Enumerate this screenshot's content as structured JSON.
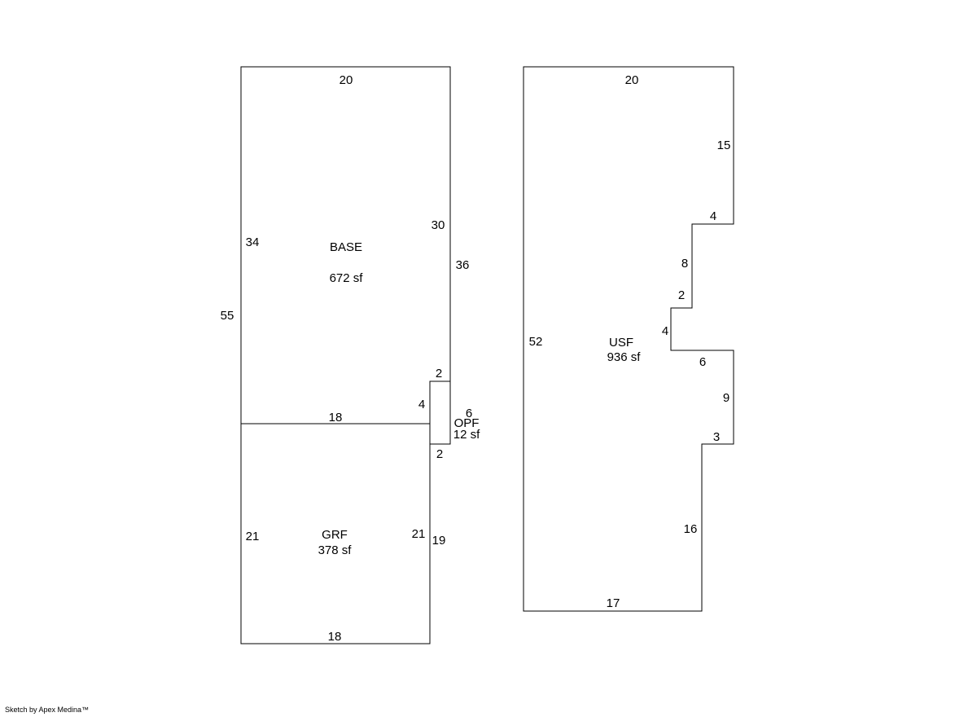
{
  "areas": {
    "base": {
      "name": "BASE",
      "area": "672 sf"
    },
    "grf": {
      "name": "GRF",
      "area": "378 sf"
    },
    "opf": {
      "name": "OPF",
      "area": "12 sf"
    },
    "usf": {
      "name": "USF",
      "area": "936 sf"
    }
  },
  "dims": {
    "base_top": "20",
    "base_left_inner": "34",
    "left_total": "55",
    "base_right_inner": "30",
    "right_total": "36",
    "divider": "18",
    "opf_top": "2",
    "opf_left": "4",
    "opf_right": "6",
    "opf_bottom": "2",
    "grf_left": "21",
    "grf_right_inner": "21",
    "grf_right_outer": "19",
    "grf_bottom": "18",
    "usf_top": "20",
    "usf_right_upper": "15",
    "usf_step1": "4",
    "usf_step_vert1": "8",
    "usf_step2": "2",
    "usf_step_vert2": "4",
    "usf_step3": "6",
    "usf_right_mid": "9",
    "usf_step4": "3",
    "usf_right_lower": "16",
    "usf_bottom": "17",
    "usf_left": "52"
  },
  "footer": {
    "credit": "Sketch by Apex Medina™"
  }
}
